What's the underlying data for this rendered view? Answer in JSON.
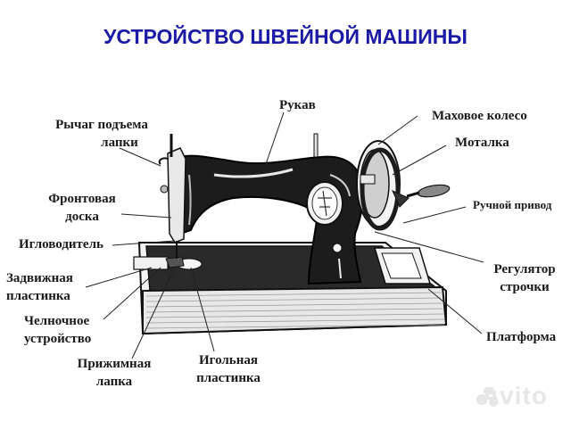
{
  "title": "УСТРОЙСТВО ШВЕЙНОЙ МАШИНЫ",
  "colors": {
    "title": "#1a1aa6",
    "labels": "#1a1a1a",
    "machine_body": "#1c1c1c",
    "watermark": "#e6e6e6"
  },
  "labels": {
    "presser_lever": {
      "line1": "Рычаг подъема",
      "line2": "лапки"
    },
    "arm": "Рукав",
    "handwheel": "Маховое колесо",
    "winder": "Моталка",
    "hand_drive": "Ручной привод",
    "face_plate": {
      "line1": "Фронтовая",
      "line2": "доска"
    },
    "needle_bar": "Игловодитель",
    "slide_plate": {
      "line1": "Задвижная",
      "line2": "пластинка"
    },
    "shuttle": {
      "line1": "Челночное",
      "line2": "устройство"
    },
    "presser_foot": {
      "line1": "Прижимная",
      "line2": "лапка"
    },
    "needle_plate": {
      "line1": "Игольная",
      "line2": "пластинка"
    },
    "stitch_regulator": {
      "line1": "Регулятор",
      "line2": "строчки"
    },
    "platform": "Платформа"
  },
  "watermark": "Avito"
}
